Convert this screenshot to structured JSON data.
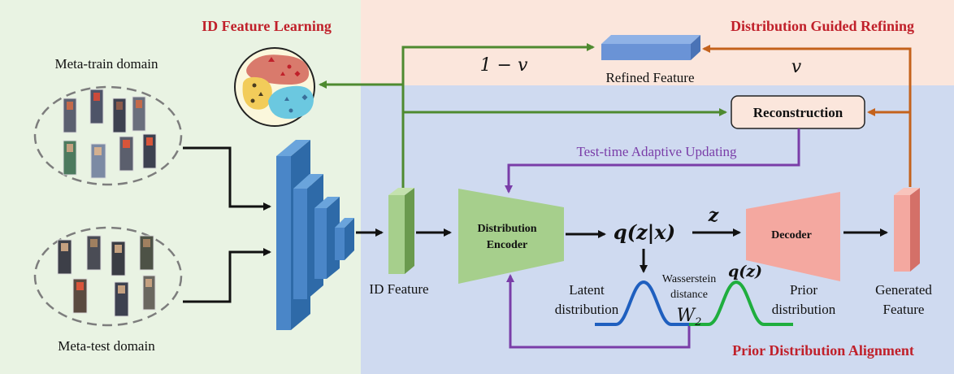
{
  "sections": {
    "id_feature_learning": "ID Feature Learning",
    "distribution_guided_refining": "Distribution Guided Refining",
    "prior_distribution_alignment": "Prior Distribution Alignment"
  },
  "domains": {
    "meta_train": "Meta-train domain",
    "meta_test": "Meta-test domain"
  },
  "labels": {
    "one_minus_v": "1 − v",
    "v": "v",
    "refined_feature": "Refined Feature",
    "reconstruction": "Reconstruction",
    "test_time_updating": "Test-time Adaptive Updating",
    "id_feature": "ID Feature",
    "distribution_encoder_line1": "Distribution",
    "distribution_encoder_line2": "Encoder",
    "q_z_given_x": "q(z|x)",
    "z": "z",
    "decoder": "Decoder",
    "generated_feature_line1": "Generated",
    "generated_feature_line2": "Feature",
    "latent_line1": "Latent",
    "latent_line2": "distribution",
    "wasserstein_line1": "Wasserstein",
    "wasserstein_line2": "distance",
    "w2": "W",
    "w2_sub": "2",
    "q_z": "q(z)",
    "prior_line1": "Prior",
    "prior_line2": "distribution"
  },
  "colors": {
    "left_bg": "#e9f3e3",
    "top_right_bg": "#fbe6dc",
    "bottom_right_bg": "#cfdaf0",
    "green_arrow": "#4e8a30",
    "orange_arrow": "#c4621c",
    "purple_arrow": "#7a3da8",
    "title_red": "#c0202a",
    "encoder_green": "#a6cf8c",
    "decoder_pink": "#f4a8a0",
    "cnn_blue": "#4a86c8",
    "latent_curve": "#1f5fbf",
    "prior_curve": "#1fae3e"
  }
}
